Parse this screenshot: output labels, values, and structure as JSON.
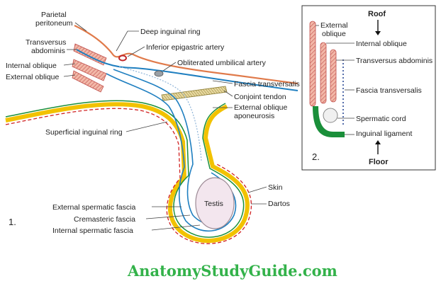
{
  "figure1": {
    "number": "1.",
    "labels": {
      "parietal_peritoneum_1": "Parietal",
      "parietal_peritoneum_2": "peritoneum",
      "transversus_abdominis_1": "Transversus",
      "transversus_abdominis_2": "abdominis",
      "internal_oblique": "Internal oblique",
      "external_oblique": "External oblique",
      "deep_inguinal_ring": "Deep inguinal ring",
      "inferior_epigastric_artery": "Inferior epigastric artery",
      "obliterated_umbilical_artery": "Obliterated umbilical artery",
      "fascia_transversalis": "Fascia transversalis",
      "conjoint_tendon": "Conjoint tendon",
      "external_oblique_aponeurosis_1": "External oblique",
      "external_oblique_aponeurosis_2": "aponeurosis",
      "superficial_inguinal_ring": "Superficial inguinal ring",
      "skin": "Skin",
      "dartos": "Dartos",
      "testis": "Testis",
      "external_spermatic_fascia": "External spermatic fascia",
      "cremasteric_fascia": "Cremasteric fascia",
      "internal_spermatic_fascia": "Internal spermatic fascia"
    }
  },
  "figure2": {
    "number": "2.",
    "roof": "Roof",
    "floor": "Floor",
    "labels": {
      "external_oblique_1": "External",
      "external_oblique_2": "oblique",
      "internal_oblique": "Internal oblique",
      "transversus_abdominis": "Transversus abdominis",
      "fascia_transversalis": "Fascia transversalis",
      "spermatic_cord": "Spermatic cord",
      "inguinal_ligament": "Inguinal ligament"
    }
  },
  "footer": {
    "text": "AnatomyStudyGuide.com"
  },
  "colors": {
    "peritoneum": "#e07a4a",
    "muscle_fill": "#f2b8a8",
    "muscle_stroke": "#c0504d",
    "blue_layer": "#1f7fc0",
    "yellow_layer": "#f2c200",
    "green_layer": "#1a8f3a",
    "dartos_dash": "#d02020",
    "footer": "#33b24a"
  }
}
